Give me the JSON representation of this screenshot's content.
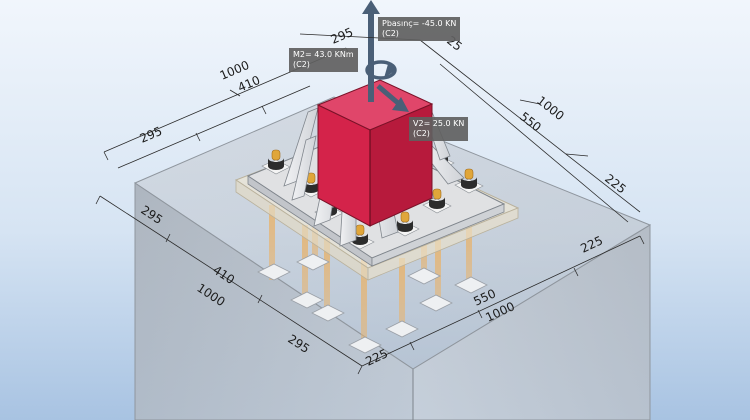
{
  "loads": {
    "axial": {
      "label": "Pbasınç= -45.0 KN",
      "case": "(C2)"
    },
    "moment": {
      "label": "M2= 43.0 KNm",
      "case": "(C2)"
    },
    "shear": {
      "label": "V2= 25.0 KN",
      "case": "(C2)"
    }
  },
  "dimensions": {
    "top_left": [
      "1000",
      "410",
      "295"
    ],
    "top_left_upper": "295",
    "top_right": [
      "1000",
      "550",
      "225"
    ],
    "top_right_upper": "25",
    "front_left": [
      "295",
      "410",
      "1000",
      "295"
    ],
    "front_right": [
      "225",
      "550",
      "1000",
      "225"
    ]
  },
  "colors": {
    "column": "#d4234a",
    "pedestal": "#b8bec6",
    "base_plate": "#dcdcdc",
    "stiffener": "#e2e4e8",
    "anchor_rod": "#e6b471",
    "anchor_nut": "#e0a63a",
    "grout": "#efe8d6",
    "arrow": "#4a5f77"
  }
}
